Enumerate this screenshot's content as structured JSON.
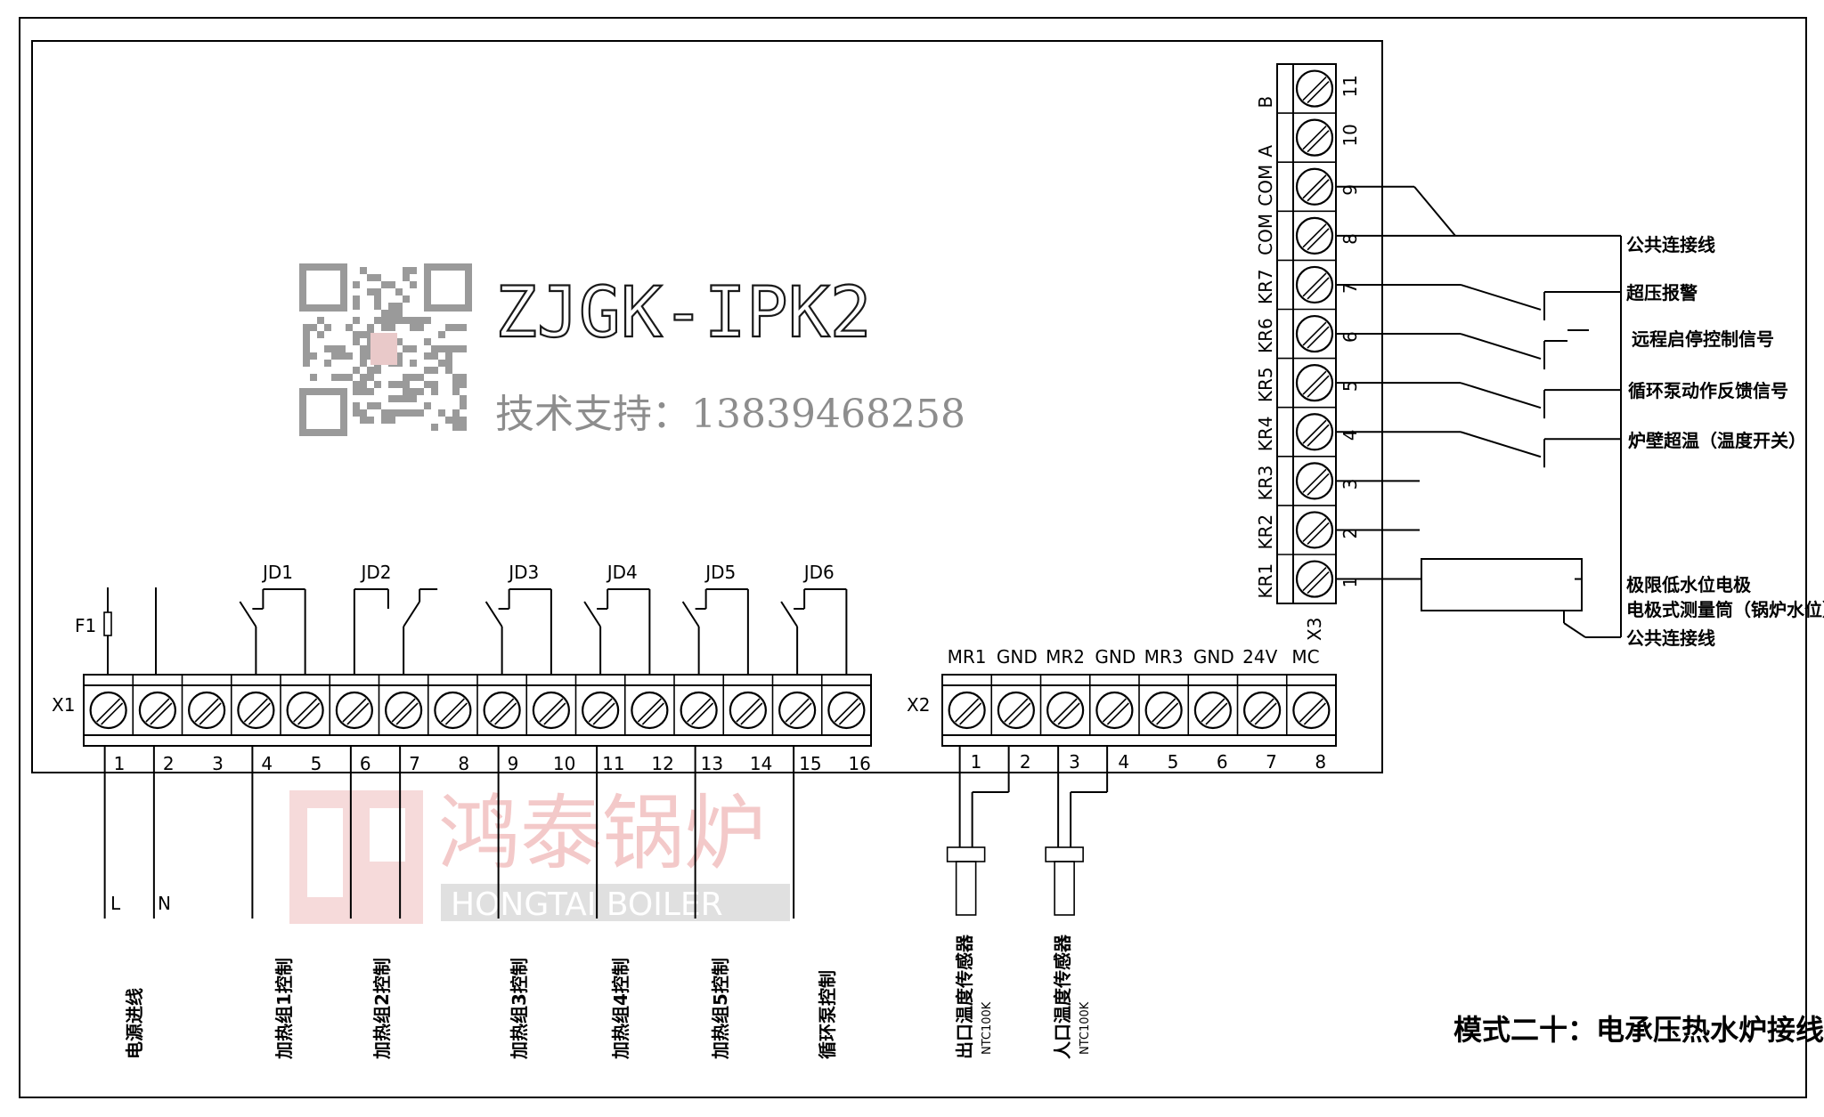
{
  "model": "ZJGK-IPK2",
  "support": "技术支持：13839468258",
  "caption": "模式二十：电承压热水炉接线图",
  "watermark": {
    "cn": "鸿泰锅炉",
    "en": "HONGTAI BOILER"
  },
  "fuse_label": "F1",
  "x1": {
    "label": "X1",
    "numbers": [
      "1",
      "2",
      "3",
      "4",
      "5",
      "6",
      "7",
      "8",
      "9",
      "10",
      "11",
      "12",
      "13",
      "14",
      "15",
      "16"
    ],
    "relays": [
      "JD1",
      "JD2",
      "JD3",
      "JD4",
      "JD5",
      "JD6"
    ],
    "wire_L": "L",
    "wire_N": "N",
    "outputs": [
      "电源进线",
      "加热组1控制",
      "加热组2控制",
      "加热组3控制",
      "加热组4控制",
      "加热组5控制",
      "循环泵控制"
    ]
  },
  "x2": {
    "label": "X2",
    "pins": [
      "MR1",
      "GND",
      "MR2",
      "GND",
      "MR3",
      "GND",
      "24V",
      "MC"
    ],
    "numbers": [
      "1",
      "2",
      "3",
      "4",
      "5",
      "6",
      "7",
      "8"
    ],
    "sensors": [
      {
        "name": "出口温度传感器",
        "type": "NTC100K"
      },
      {
        "name": "人口温度传感器",
        "type": "NTC100K"
      }
    ]
  },
  "x3": {
    "label": "X3",
    "pins": [
      "KR1",
      "KR2",
      "KR3",
      "KR4",
      "KR5",
      "KR6",
      "KR7",
      "COM",
      "COM",
      "A",
      "B"
    ],
    "numbers": [
      "1",
      "2",
      "3",
      "4",
      "5",
      "6",
      "7",
      "8",
      "9",
      "10",
      "11"
    ],
    "annotations": [
      "公共连接线",
      "超压报警",
      "远程启停控制信号",
      "循环泵动作反馈信号",
      "炉壁超温（温度开关）",
      "极限低水位电极",
      "电极式测量筒（锅炉水位）",
      "公共连接线"
    ]
  }
}
